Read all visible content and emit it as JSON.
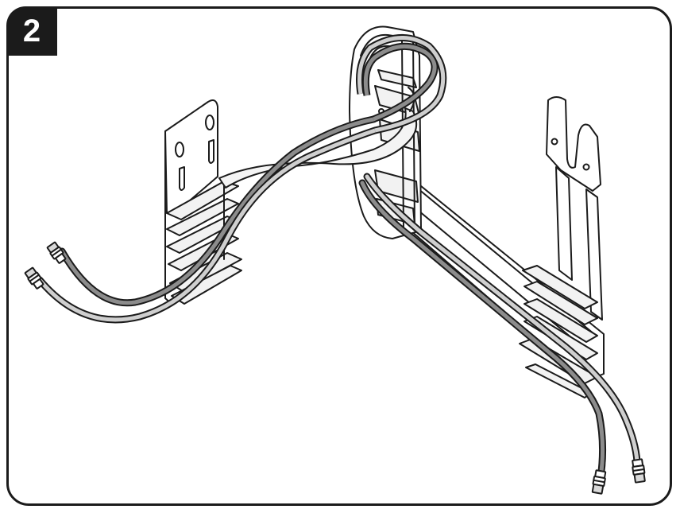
{
  "step": {
    "number": "2"
  },
  "colors": {
    "outline": "#1b1b1b",
    "cable_dark": "#8c8c8c",
    "cable_light": "#cfcfcf",
    "ribbon": "#f4f4f4",
    "background": "#ffffff"
  },
  "icons": {
    "step_badge": "numbered-step-badge",
    "illustration": "bracket-cable-routing-illustration"
  }
}
